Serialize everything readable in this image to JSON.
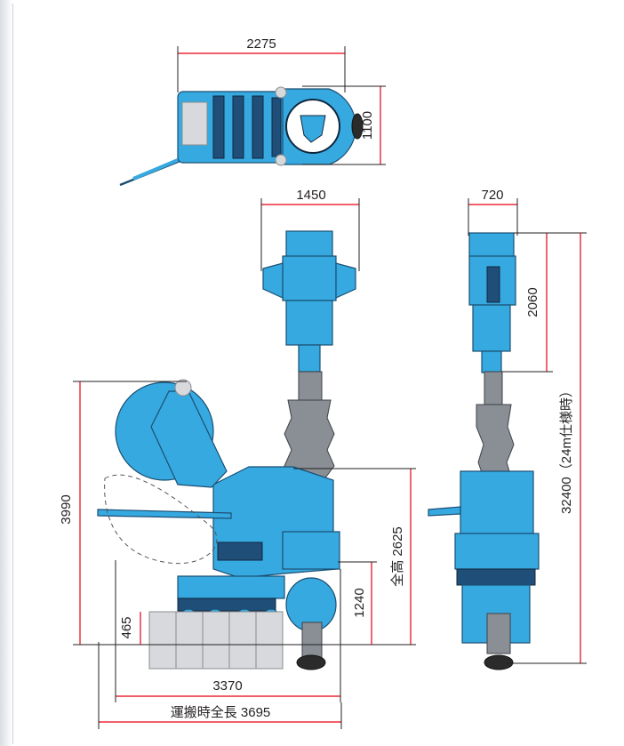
{
  "diagram": {
    "dimensions": {
      "top_length": "2275",
      "top_width": "1100",
      "front_width": "1450",
      "side_width": "720",
      "drive_height": "2060",
      "mast_height": "32400（24m仕様時）",
      "drum_height": "3990",
      "overall_height_label": "全高 2625",
      "mid_height": "1240",
      "track_height": "465",
      "length": "3370",
      "transport_length": "運搬時全長 3695"
    },
    "colors": {
      "machine": "#36a9e1",
      "dimension_line": "#e60012",
      "mast": "#8a8f95"
    }
  }
}
